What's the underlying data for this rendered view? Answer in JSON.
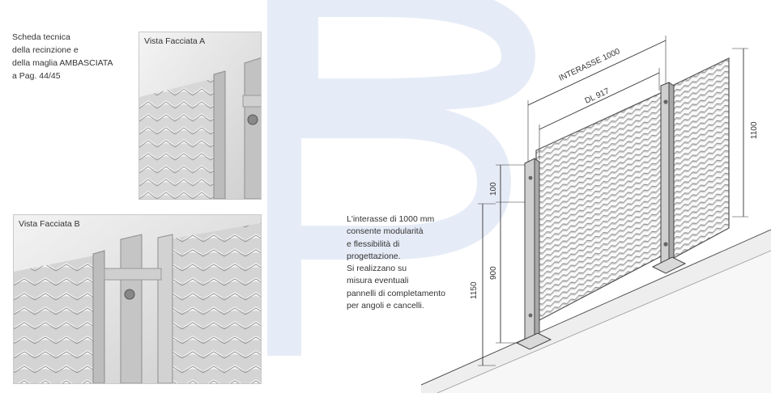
{
  "intro": {
    "lines": [
      "Scheda tecnica",
      "della recinzione e",
      "della maglia AMBASCIATA",
      "a Pag. 44/45"
    ]
  },
  "photos": {
    "facade_a": {
      "label": "Vista Facciata A"
    },
    "facade_b": {
      "label": "Vista Facciata B"
    }
  },
  "description": {
    "lines": [
      "L'interasse di 1000 mm",
      "consente modularità",
      "e flessibilità di",
      "progettazione.",
      "Si realizzano su",
      "misura eventuali",
      "pannelli di completamento",
      "per angoli e cancelli."
    ]
  },
  "dimensions": {
    "interasse": "INTERASSE 1000",
    "dl": "DL 917",
    "height_1100": "1100",
    "height_100": "100",
    "height_900": "900",
    "height_1150": "1150"
  },
  "colors": {
    "logo_tint": "#e3eaf6",
    "line": "#333333",
    "metal": "#c8c8c8"
  }
}
